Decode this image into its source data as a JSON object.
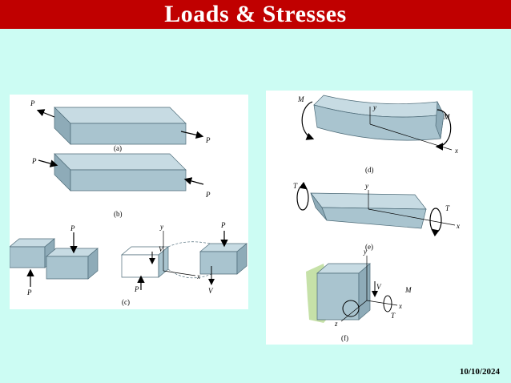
{
  "slide": {
    "title": "Loads & Stresses",
    "date": "10/10/2024"
  },
  "figures": {
    "a": {
      "caption": "(a)",
      "force": "P"
    },
    "b": {
      "caption": "(b)",
      "force": "P"
    },
    "c": {
      "caption": "(c)",
      "force": "P",
      "shear": "V",
      "axis_x": "x",
      "axis_y": "y"
    },
    "d": {
      "caption": "(d)",
      "moment": "M",
      "axis_x": "x",
      "axis_y": "y"
    },
    "e": {
      "caption": "(e)",
      "torque": "T",
      "axis_x": "x",
      "axis_y": "y"
    },
    "f": {
      "caption": "(f)",
      "moment": "M",
      "torque": "T",
      "shear": "V",
      "axis_x": "x",
      "axis_y": "y",
      "axis_z": "z"
    }
  },
  "colors": {
    "title_bar": "#c00000",
    "background": "#ccfcf3",
    "bar_fill": "#a9c4cf",
    "bar_top": "#c7dbe3",
    "bar_side": "#8eabb8"
  }
}
